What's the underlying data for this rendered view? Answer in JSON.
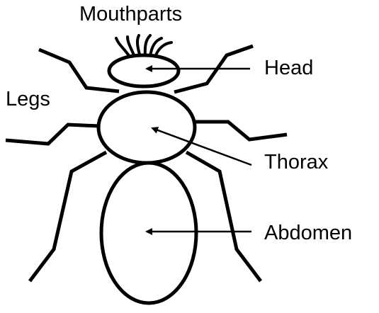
{
  "labels": {
    "mouthparts": "Mouthparts",
    "head": "Head",
    "legs": "Legs",
    "thorax": "Thorax",
    "abdomen": "Abdomen"
  },
  "colors": {
    "stroke": "#000000",
    "background": "#ffffff"
  }
}
